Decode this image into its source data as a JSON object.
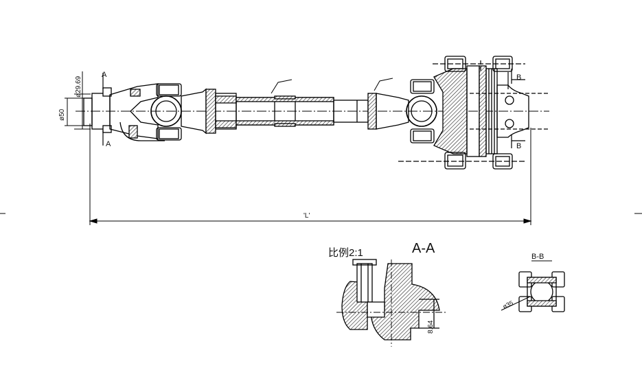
{
  "labels": {
    "section_a_top": "A",
    "section_a_bottom": "A",
    "section_b_top": "B",
    "section_b_bottom": "B",
    "dim_29_69": "ø29.69",
    "dim_50": "ø50",
    "dim_length": "'L'",
    "scale_label": "比例2:1",
    "view_aa_title": "A-A",
    "view_bb_title": "B-B",
    "dim_35": "ø35",
    "dim_8_64": "8.64"
  }
}
